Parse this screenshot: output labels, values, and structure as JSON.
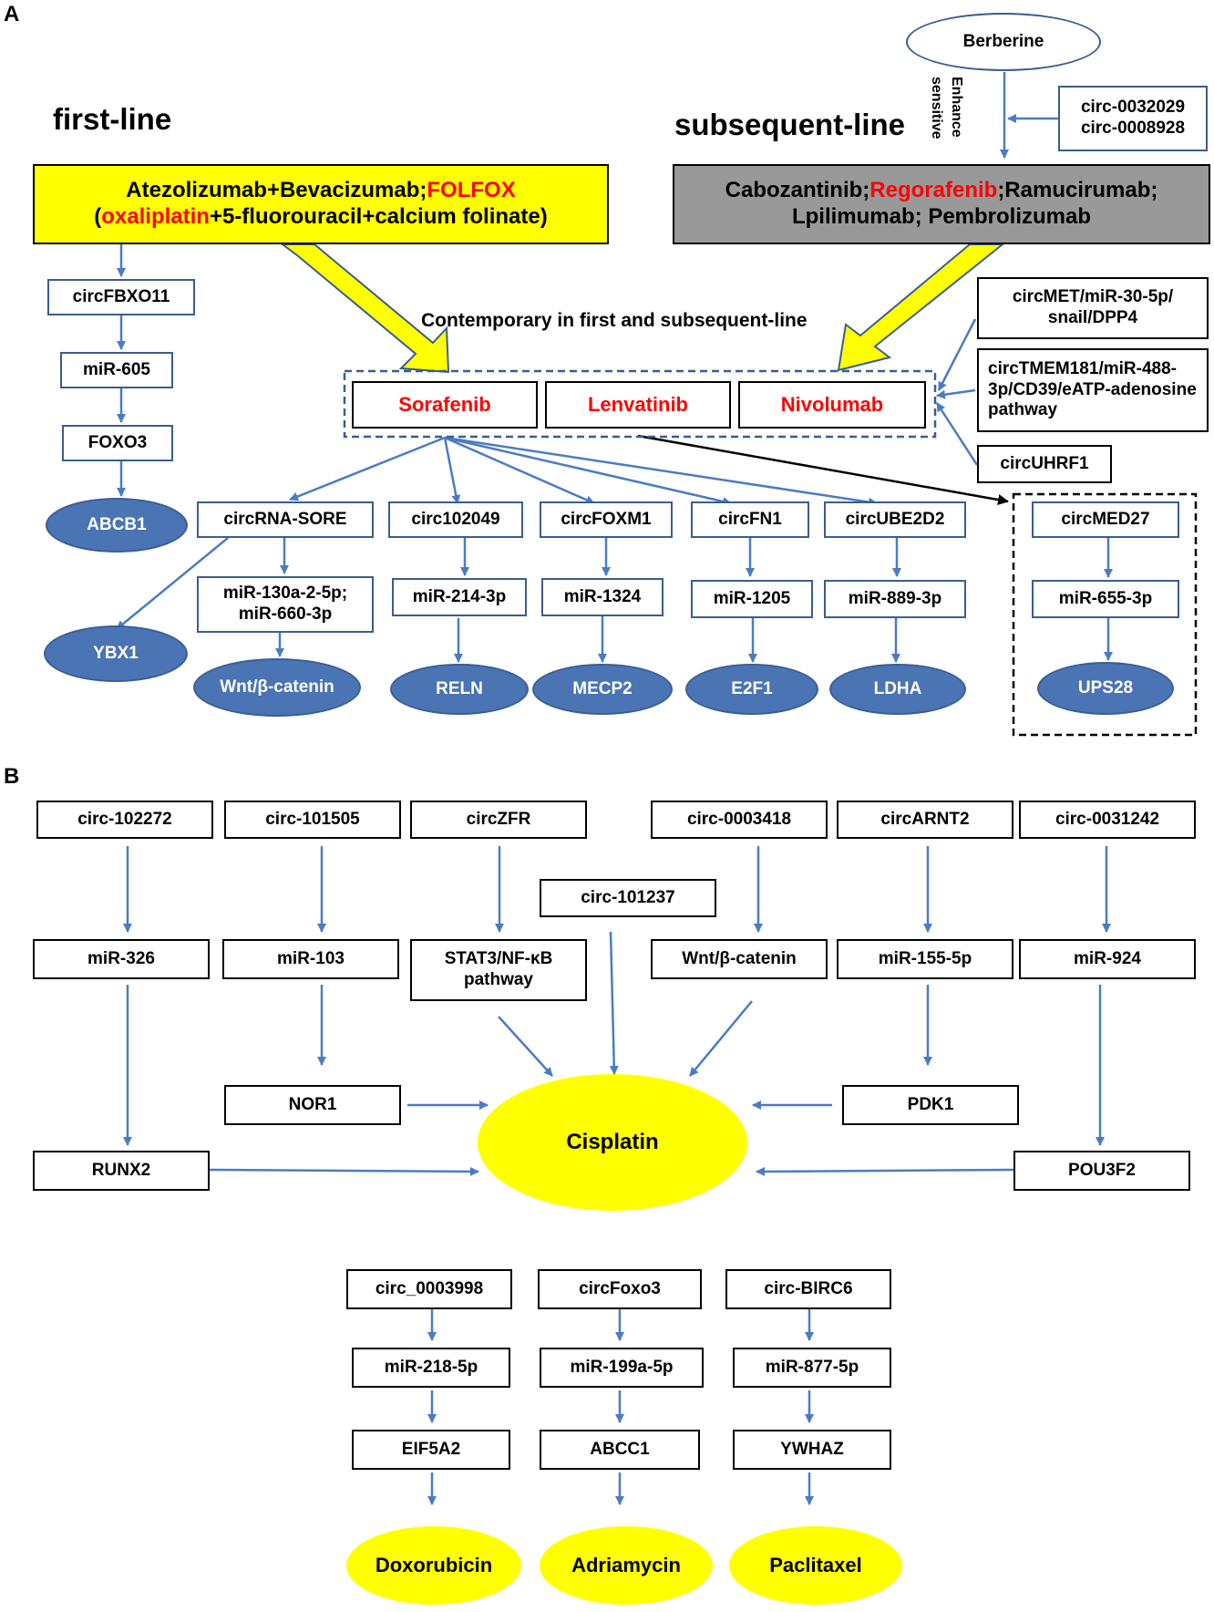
{
  "panel_a": {
    "label": "A",
    "first_line_title": "first-line",
    "subsequent_line_title": "subsequent-line",
    "berberine": "Berberine",
    "enhance_label_1": "Enhance",
    "enhance_label_2": "sensitive",
    "berberine_circs": [
      "circ-0032029",
      "circ-0008928"
    ],
    "first_line_drugs": {
      "line1_black": "Atezolizumab+Bevacizumab;",
      "line1_red": "FOLFOX",
      "line2_open": "(",
      "line2_red": "oxaliplatin",
      "line2_black": "+5-fluorouracil+calcium folinate)"
    },
    "subsequent_line_drugs": {
      "line1_a": "Cabozantinib;",
      "line1_red": "Regorafenib",
      "line1_b": ";Ramucirumab;",
      "line2": "Lpilimumab; Pembrolizumab"
    },
    "contemporary_label": "Contemporary in first and subsequent-line",
    "shared_drugs": [
      "Sorafenib",
      "Lenvatinib",
      "Nivolumab"
    ],
    "first_line_chain": [
      "circFBXO11",
      "miR-605",
      "FOXO3",
      "ABCB1"
    ],
    "nivolumab_regulators": [
      "circMET/miR-30-5p/ snail/DPP4",
      "circTMEM181/miR-488-3p/CD39/eATP-adenosine pathway",
      "circUHRF1"
    ],
    "sorafenib_chains": {
      "sore": {
        "circ": "circRNA-SORE",
        "mir": "miR-130a-2-5p; miR-660-3p",
        "target": "Wnt/β-catenin",
        "side_target": "YBX1"
      },
      "c102049": {
        "circ": "circ102049",
        "mir": "miR-214-3p",
        "target": "RELN"
      },
      "foxm1": {
        "circ": "circFOXM1",
        "mir": "miR-1324",
        "target": "MECP2"
      },
      "fn1": {
        "circ": "circFN1",
        "mir": "miR-1205",
        "target": "E2F1"
      },
      "ube2d2": {
        "circ": "circUBE2D2",
        "mir": "miR-889-3p",
        "target": "LDHA"
      }
    },
    "lenvatinib_chain": {
      "circ": "circMED27",
      "mir": "miR-655-3p",
      "target": "UPS28"
    }
  },
  "panel_b": {
    "label": "B",
    "cisplatin": "Cisplatin",
    "top_circs": [
      "circ-102272",
      "circ-101505",
      "circZFR",
      "circ-0003418",
      "circARNT2",
      "circ-0031242"
    ],
    "circ_101237": "circ-101237",
    "mid_nodes": [
      "miR-326",
      "miR-103",
      "STAT3/NF-κB pathway",
      "Wnt/β-catenin",
      "miR-155-5p",
      "miR-924"
    ],
    "lower_nodes": {
      "nor1": "NOR1",
      "pdk1": "PDK1",
      "runx2": "RUNX2",
      "pou3f2": "POU3F2"
    },
    "other_chains": [
      {
        "circ": "circ_0003998",
        "mir": "miR-218-5p",
        "gene": "EIF5A2",
        "drug": "Doxorubicin"
      },
      {
        "circ": "circFoxo3",
        "mir": "miR-199a-5p",
        "gene": "ABCC1",
        "drug": "Adriamycin"
      },
      {
        "circ": "circ-BIRC6",
        "mir": "miR-877-5p",
        "gene": "YWHAZ",
        "drug": "Paclitaxel"
      }
    ]
  },
  "colors": {
    "arrow": "#4a7cc4",
    "node_blue": "#4a74b4",
    "highlight_yellow": "#ffff00",
    "drug_red": "#ff0000",
    "grey_box": "#999999"
  }
}
